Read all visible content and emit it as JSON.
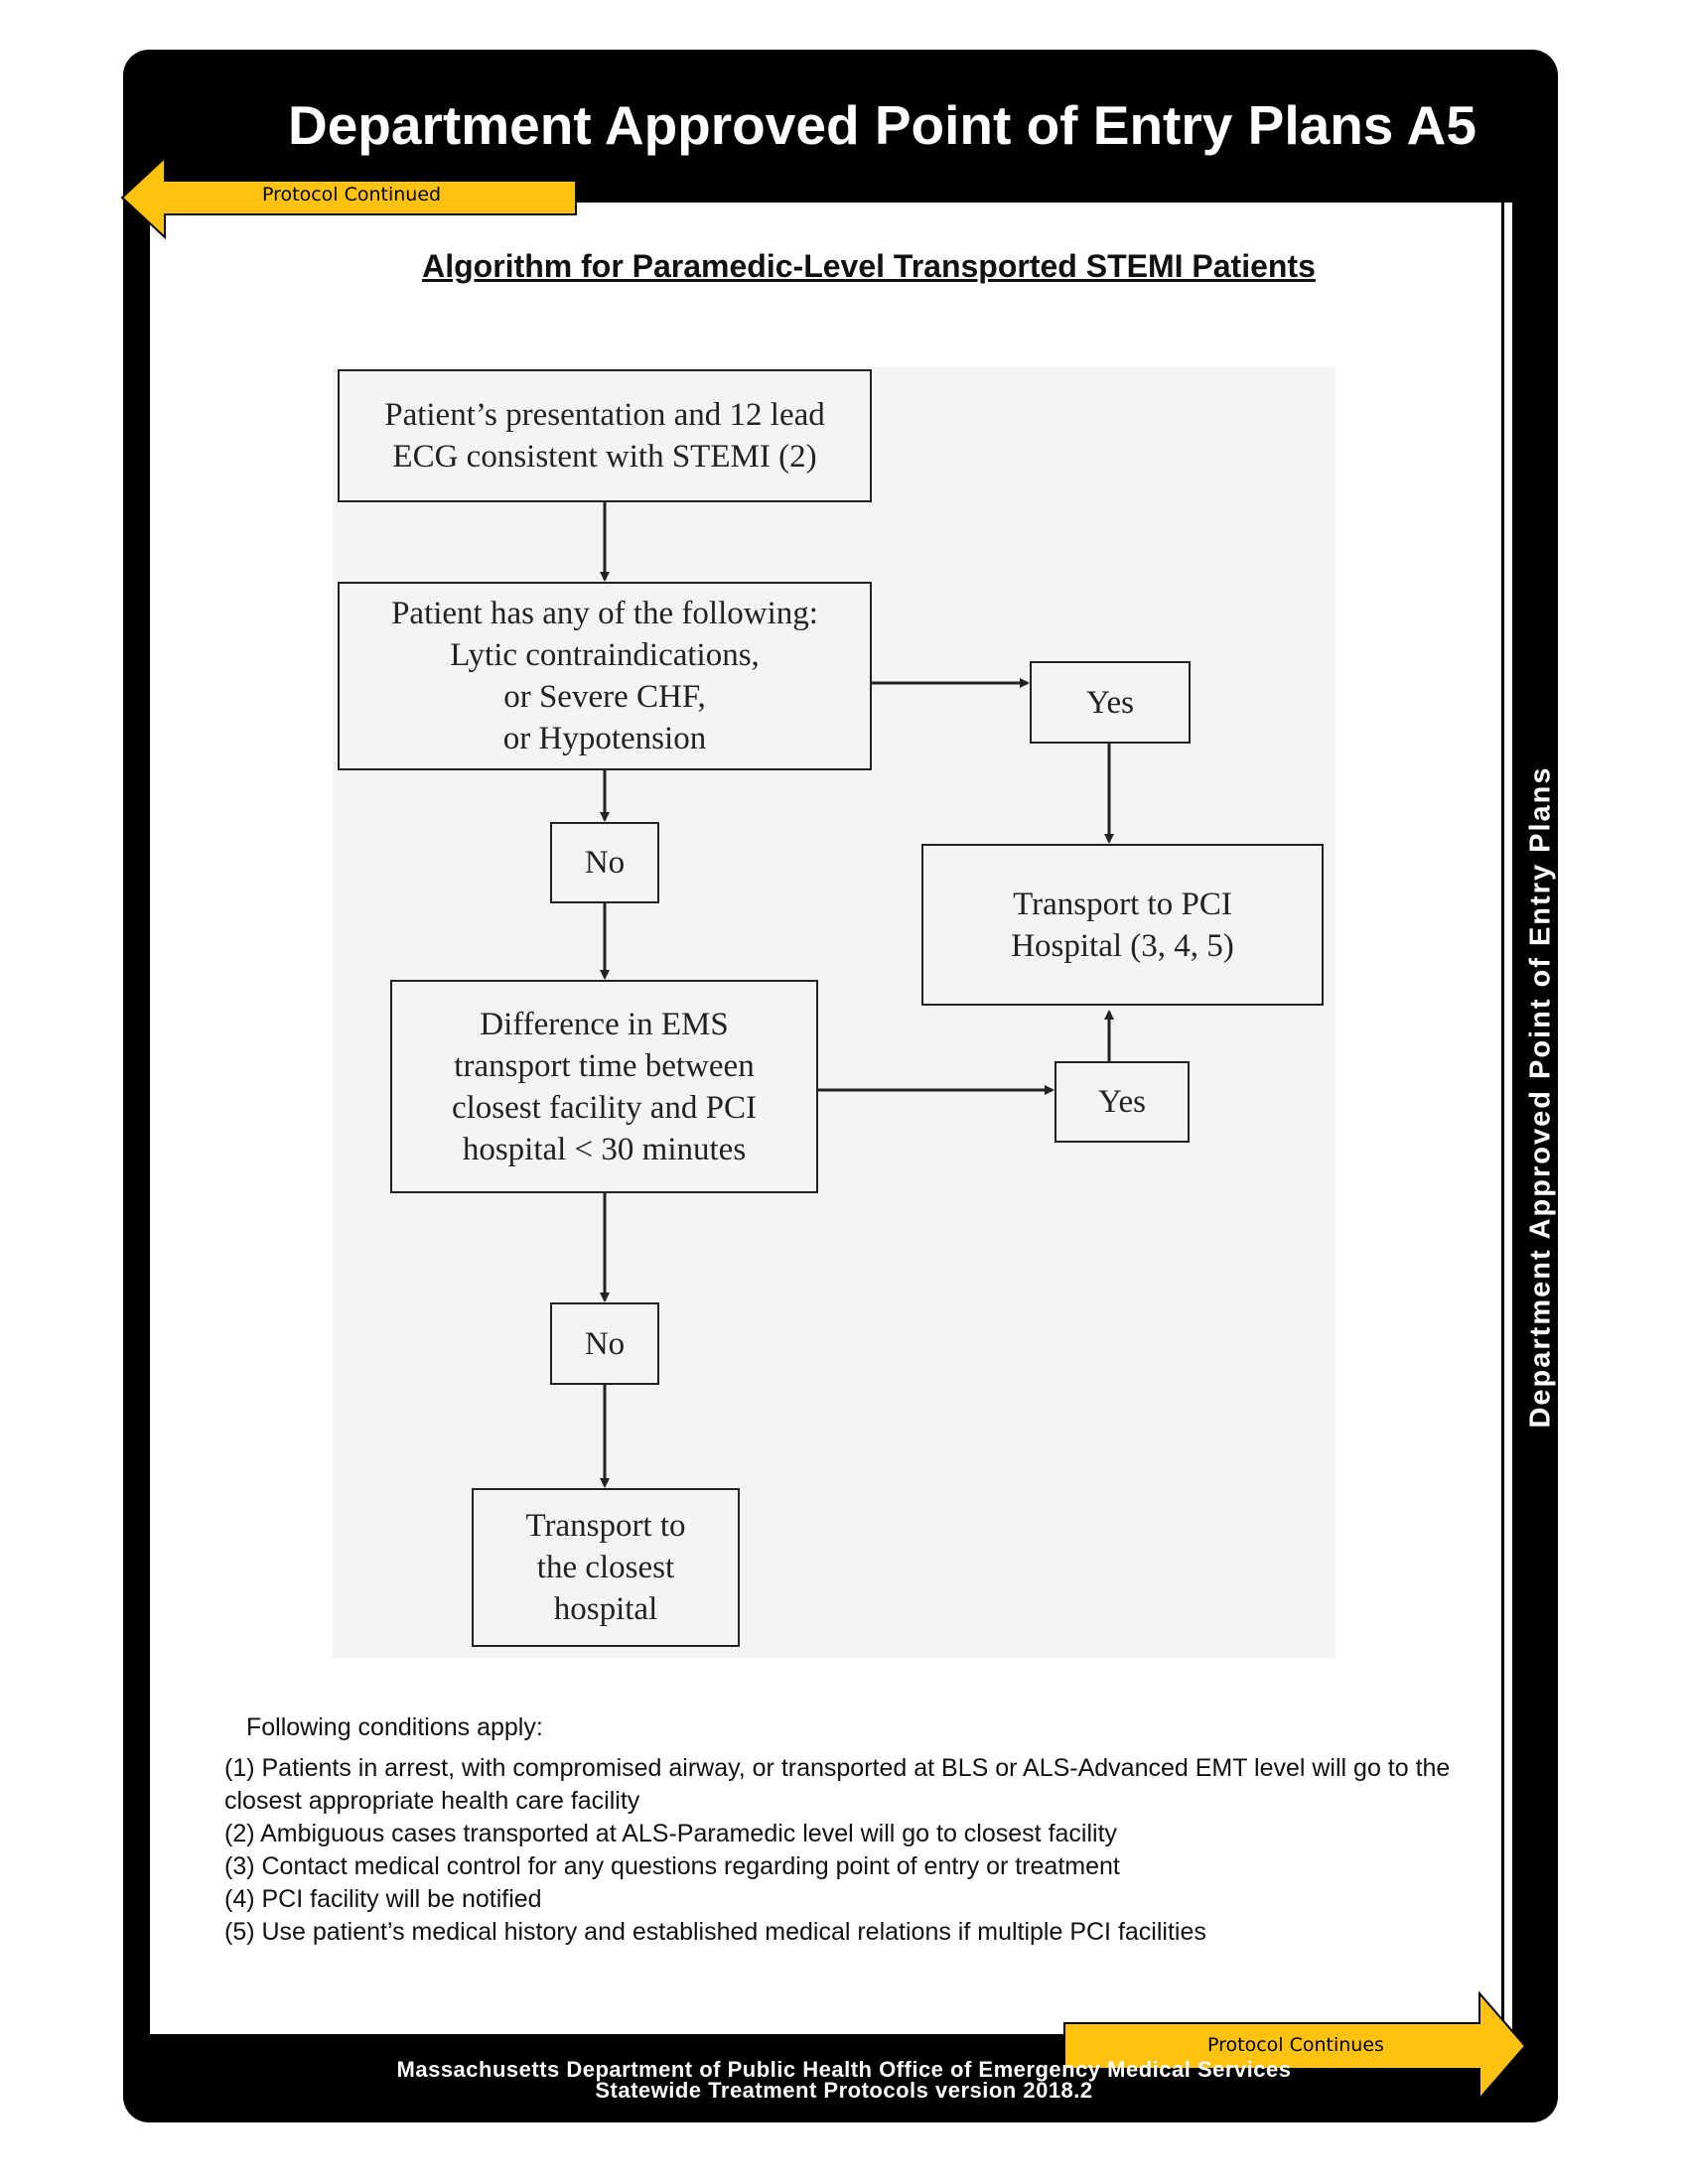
{
  "header": {
    "title": "Department Approved Point of Entry Plans  A5",
    "side_label": "Department Approved Point of Entry Plans"
  },
  "nav": {
    "protocol_continued": "Protocol Continued",
    "protocol_continues": "Protocol Continues"
  },
  "document": {
    "title": "Algorithm for  Paramedic-Level Transported STEMI Patients"
  },
  "flowchart": {
    "start": "Patient’s presentation and 12 lead\nECG consistent with STEMI (2)",
    "question1": "Patient has any of the following:\nLytic contraindications,\nor Severe CHF,\nor Hypotension",
    "yes1": "Yes",
    "no1": "No",
    "pci": "Transport to PCI\nHospital (3, 4, 5)",
    "question2": "Difference in EMS\ntransport time between\nclosest facility and PCI\nhospital < 30 minutes",
    "yes2": "Yes",
    "no2": "No",
    "closest": "Transport to\nthe closest\nhospital"
  },
  "conditions": {
    "heading": "Following conditions apply:",
    "items": [
      "(1) Patients in arrest, with compromised airway, or transported at BLS or ALS-Advanced EMT level will go to the closest appropriate health care facility",
      "(2) Ambiguous cases transported at ALS-Paramedic level will go to closest facility",
      "(3) Contact medical control for any questions regarding point of entry or treatment",
      "(4) PCI facility will be notified",
      "(5) Use patient’s medical history and established medical relations if multiple PCI facilities"
    ]
  },
  "footer": {
    "line1": "Massachusetts Department of Public Health Office of Emergency Medical Services",
    "line2": "Statewide Treatment Protocols version 2018.2"
  },
  "colors": {
    "accent_yellow": "#FFC20E",
    "frame_black": "#000000"
  }
}
